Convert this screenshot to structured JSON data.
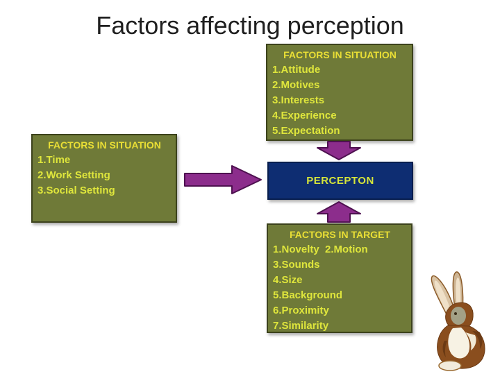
{
  "slide": {
    "title": "Factors affecting perception"
  },
  "colors": {
    "slide_bg": "#ffffff",
    "title_color": "#1f1f1f",
    "box_green": "#6f7a38",
    "box_green_border": "#3c421c",
    "box_text_yellow": "#eadf35",
    "box_item_yellow": "#dfe63c",
    "percepton_blue": "#0e2d72",
    "percepton_border": "#081e4e",
    "percepton_text": "#d6e53a",
    "arrow_purple": "#8c2d8c",
    "arrow_purple_dark": "#4e1150"
  },
  "boxes": {
    "situation_top": {
      "header": "FACTORS IN SITUATION",
      "items": [
        "1.Attitude",
        "2.Motives",
        "3.Interests",
        "4.Experience",
        "5.Expectation"
      ]
    },
    "situation_left": {
      "header": "FACTORS IN SITUATION",
      "items": [
        "1.Time",
        "2.Work Setting",
        "3.Social Setting"
      ]
    },
    "target_bottom": {
      "header": "FACTORS IN TARGET",
      "items": [
        "1.Novelty  2.Motion",
        "3.Sounds",
        "4.Size",
        "5.Background",
        "6.Proximity",
        "7.Similarity"
      ]
    }
  },
  "center": {
    "label": "PERCEPTON"
  },
  "icons": {
    "arrow_right": "right-block-arrow",
    "arrow_down": "down-block-arrow",
    "arrow_up": "up-block-arrow",
    "rabbit": "rabbit-illustration"
  }
}
